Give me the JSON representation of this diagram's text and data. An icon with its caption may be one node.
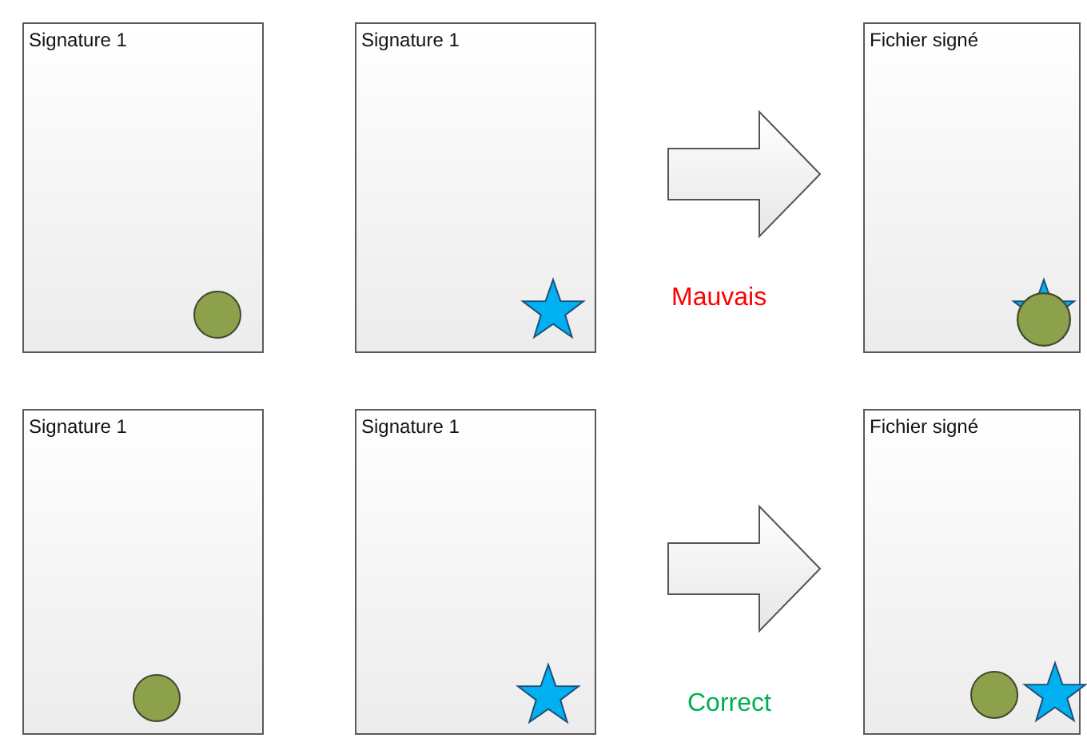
{
  "diagram": {
    "nodes": [
      {
        "text": [
          "Signature 1"
        ]
      },
      {
        "text": [],
        "shape": "circle",
        "in": 0
      },
      {
        "text": [
          "Signature 1"
        ]
      },
      {
        "text": [],
        "shape": "star",
        "in": 2
      },
      {
        "text": [
          "Fichier signé"
        ]
      },
      {
        "text": [],
        "shape": "star",
        "in": 4
      },
      {
        "text": [],
        "shape": "circle",
        "in": 4
      },
      {
        "text": [
          "Signature 1"
        ]
      },
      {
        "text": [],
        "shape": "circle",
        "in": 7
      },
      {
        "text": [
          "Signature 1"
        ]
      },
      {
        "text": [],
        "shape": "star",
        "in": 9
      },
      {
        "text": [
          "Fichier signé"
        ]
      },
      {
        "text": [],
        "shape": "circle",
        "in": 11
      },
      {
        "text": [],
        "shape": "star",
        "in": 11
      }
    ],
    "edges": [
      {
        "from": 2,
        "to": 4,
        "arrow": "to"
      },
      {
        "from": 9,
        "to": 11,
        "arrow": "to"
      }
    ],
    "labels": [
      "Mauvais",
      "Correct"
    ]
  }
}
